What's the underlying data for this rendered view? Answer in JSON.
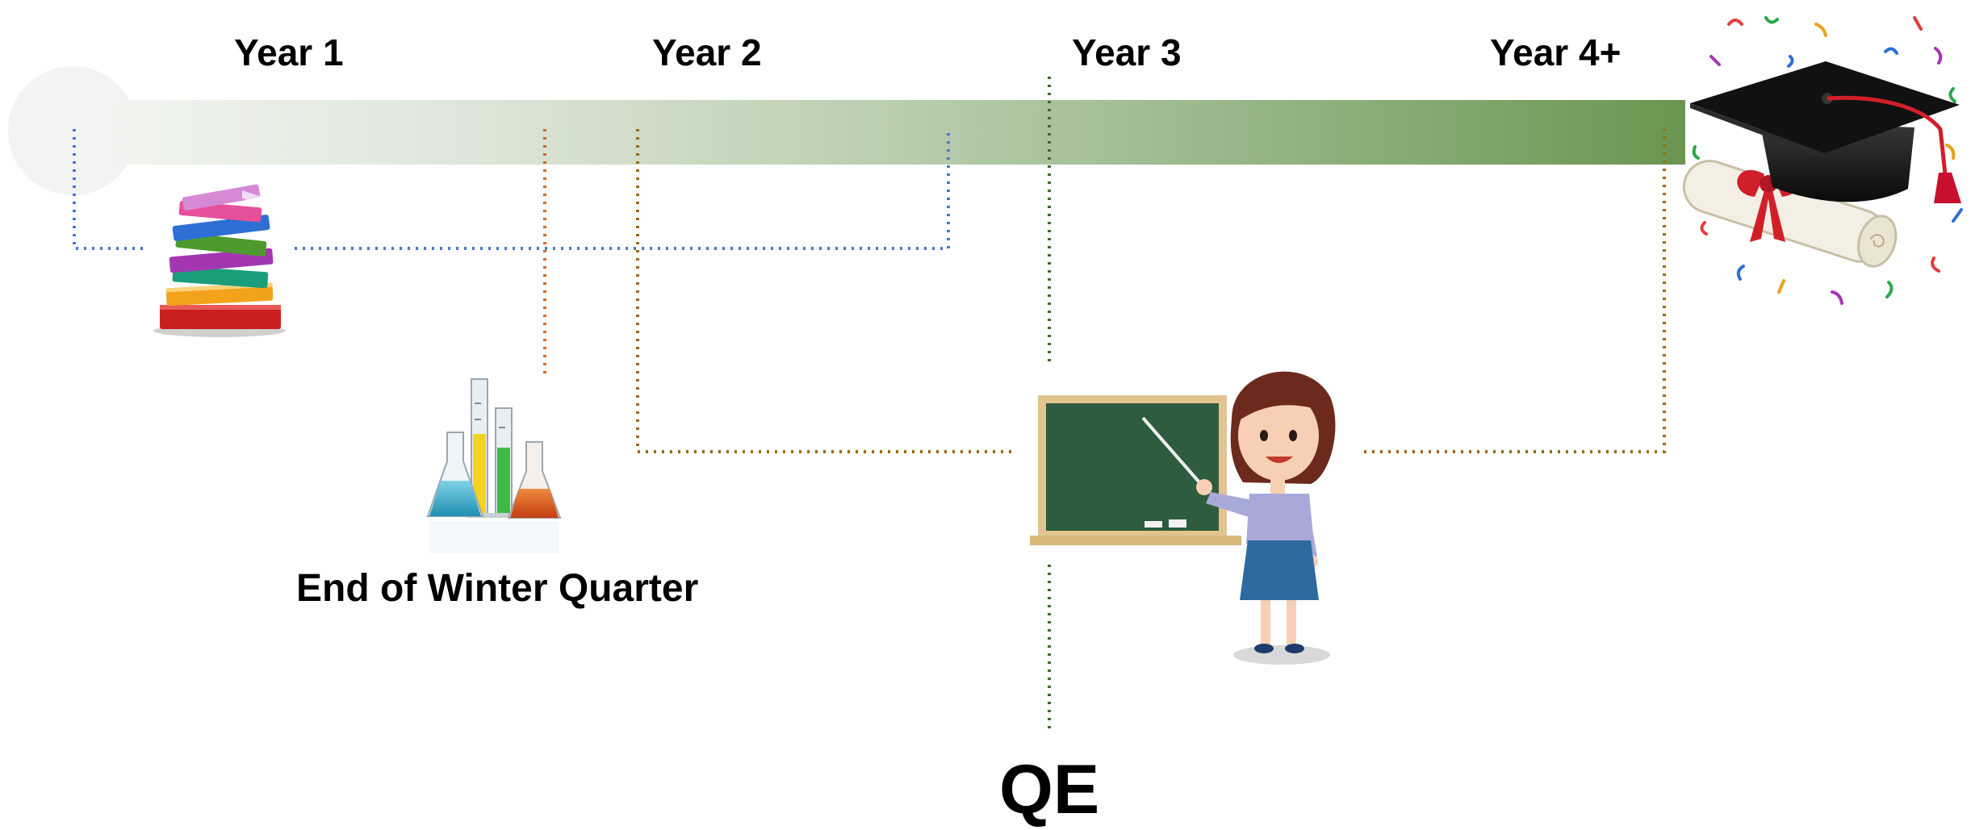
{
  "timeline": {
    "years": [
      "Year 1",
      "Year 2",
      "Year 3",
      "Year 4+"
    ],
    "bar_gradient": {
      "start": "#f1f4f0",
      "end": "#6a9650"
    }
  },
  "milestones": {
    "winter_quarter": "End of Winter Quarter",
    "qe": "QE"
  },
  "connector_colors": {
    "coursework": "#4a79c4",
    "rotation": "#d06a2a",
    "research": "#9a6a10",
    "qe": "#3e6a2c"
  },
  "icons": [
    "book-stack-icon",
    "lab-glassware-icon",
    "teacher-chalkboard-icon",
    "graduation-cap-diploma-icon"
  ]
}
